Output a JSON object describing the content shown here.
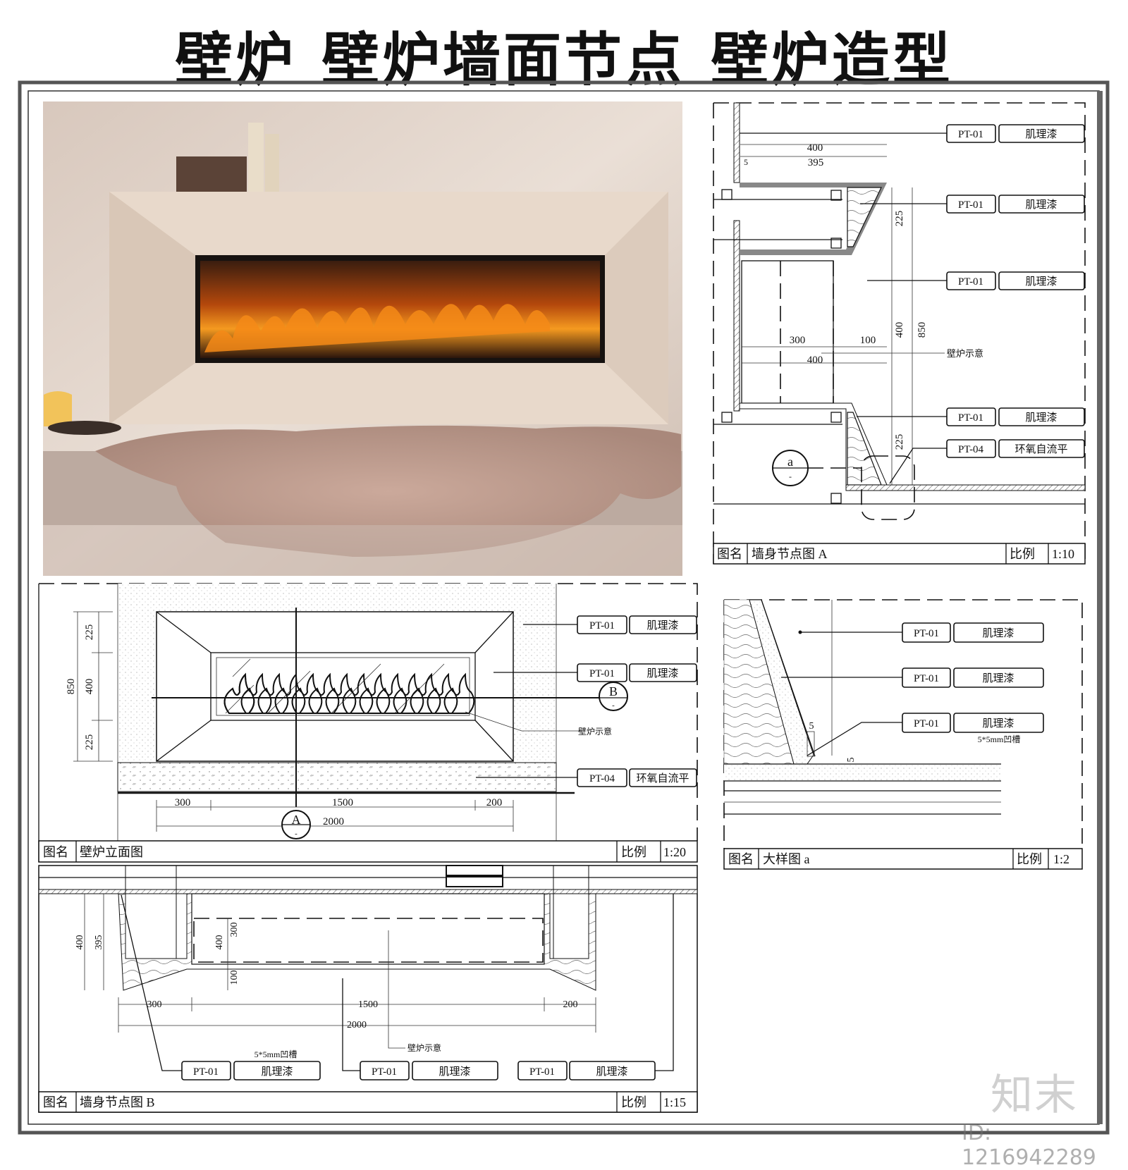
{
  "title": {
    "part1": "壁炉",
    "part2": "壁炉墙面节点",
    "part3": "壁炉造型"
  },
  "colors": {
    "frame": "#555555",
    "flame": "#f07a12",
    "wall": "#e6d9cf",
    "rug": "#c9a595"
  },
  "section_a": {
    "tags": [
      {
        "code": "PT-01",
        "label": "肌理漆"
      },
      {
        "code": "PT-01",
        "label": "肌理漆"
      },
      {
        "code": "PT-01",
        "label": "肌理漆"
      },
      {
        "code": "PT-01",
        "label": "肌理漆"
      },
      {
        "code": "PT-04",
        "label": "环氧自流平"
      }
    ],
    "dims": {
      "w400": "400",
      "w395": "395",
      "h225a": "225",
      "h400": "400",
      "h850": "850",
      "w300": "300",
      "w100": "100",
      "w400b": "400",
      "h225b": "225",
      "d5": "5"
    },
    "note": "壁炉示意",
    "marker": {
      "letter": "a",
      "sub": "-"
    },
    "titlebar": {
      "name_label": "图名",
      "name": "墙身节点图 A",
      "scale_label": "比例",
      "scale": "1:10"
    }
  },
  "elevation": {
    "tags": [
      {
        "code": "PT-01",
        "label": "肌理漆"
      },
      {
        "code": "PT-01",
        "label": "肌理漆"
      },
      {
        "code": "PT-04",
        "label": "环氧自流平"
      }
    ],
    "note": "壁炉示意",
    "dims": {
      "h225a": "225",
      "h400": "400",
      "h225b": "225",
      "h850": "850",
      "w300": "300",
      "w1500": "1500",
      "w200": "200",
      "w2000": "2000"
    },
    "markers": [
      {
        "letter": "A",
        "sub": "-"
      },
      {
        "letter": "B",
        "sub": "-"
      }
    ],
    "titlebar": {
      "name_label": "图名",
      "name": "壁炉立面图",
      "scale_label": "比例",
      "scale": "1:20"
    }
  },
  "detail_a": {
    "tags": [
      {
        "code": "PT-01",
        "label": "肌理漆"
      },
      {
        "code": "PT-01",
        "label": "肌理漆"
      },
      {
        "code": "PT-01",
        "label": "肌理漆"
      }
    ],
    "note": "5*5mm凹槽",
    "dims": {
      "d5a": "5",
      "d5b": "5"
    },
    "titlebar": {
      "name_label": "图名",
      "name": "大样图 a",
      "scale_label": "比例",
      "scale": "1:2"
    }
  },
  "section_b": {
    "tags": [
      {
        "code": "PT-01",
        "label": "肌理漆"
      },
      {
        "code": "PT-01",
        "label": "肌理漆"
      },
      {
        "code": "PT-01",
        "label": "肌理漆"
      }
    ],
    "note_groove": "5*5mm凹槽",
    "note": "壁炉示意",
    "dims": {
      "h400a": "400",
      "h395": "395",
      "h400b": "400",
      "h300": "300",
      "h100": "100",
      "w300": "300",
      "w1500": "1500",
      "w200": "200",
      "w2000": "2000"
    },
    "titlebar": {
      "name_label": "图名",
      "name": "墙身节点图 B",
      "scale_label": "比例",
      "scale": "1:15"
    }
  },
  "watermark": {
    "logo": "知末",
    "id": "ID: 1216942289"
  }
}
